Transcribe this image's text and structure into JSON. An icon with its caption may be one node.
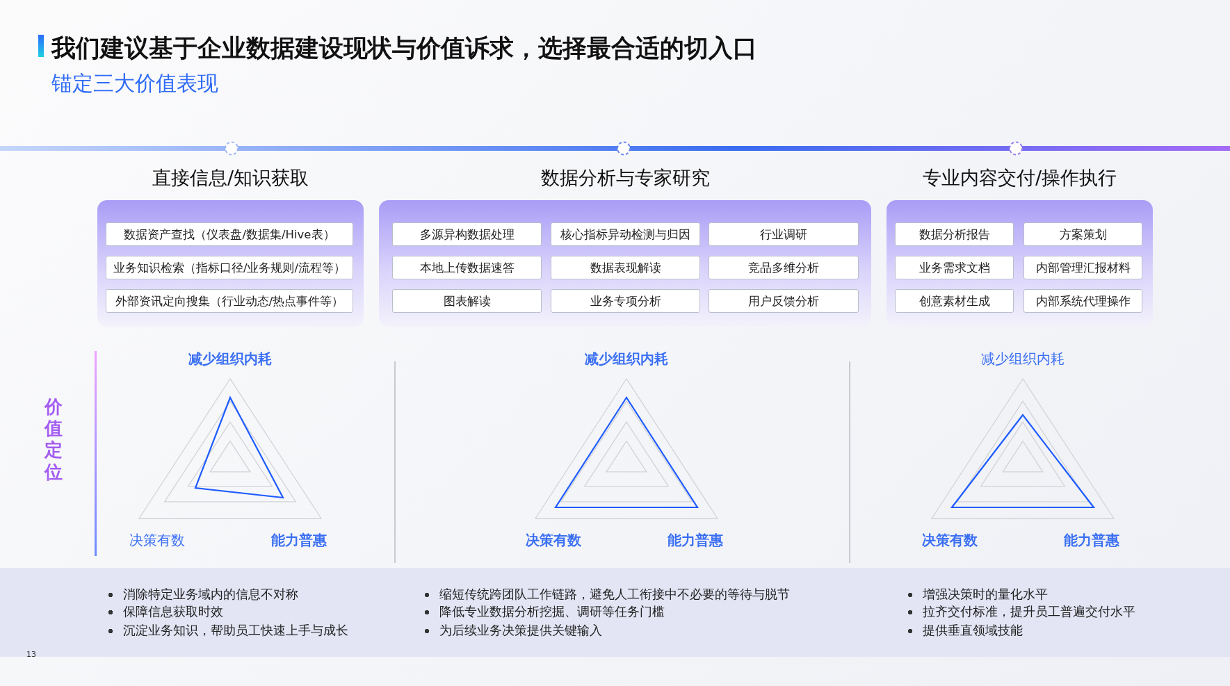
{
  "diagram": {
    "title": "我们建议基于企业数据建设现状与价值诉求，选择最合适的切入口",
    "nodes": [
      {
        "text": [
          "直接信息/知识获取"
        ]
      },
      {
        "text": [
          "数据资产查找（仪表盘/数据集/Hive表）"
        ],
        "in": 0
      },
      {
        "text": [
          "业务知识检索（指标口径/业务规则/流程等）"
        ],
        "in": 0
      },
      {
        "text": [
          "外部资讯定向搜集（行业动态/热点事件等）"
        ],
        "in": 0
      },
      {
        "text": [
          "数据分析与专家研究"
        ]
      },
      {
        "text": [
          "多源异构数据处理"
        ],
        "in": 4
      },
      {
        "text": [
          "核心指标异动检测与归因"
        ],
        "in": 4
      },
      {
        "text": [
          "行业调研"
        ],
        "in": 4
      },
      {
        "text": [
          "本地上传数据速答"
        ],
        "in": 4
      },
      {
        "text": [
          "数据表现解读"
        ],
        "in": 4
      },
      {
        "text": [
          "竞品多维分析"
        ],
        "in": 4
      },
      {
        "text": [
          "图表解读"
        ],
        "in": 4
      },
      {
        "text": [
          "业务专项分析"
        ],
        "in": 4
      },
      {
        "text": [
          "用户反馈分析"
        ],
        "in": 4
      },
      {
        "text": [
          "专业内容交付/操作执行"
        ]
      },
      {
        "text": [
          "数据分析报告"
        ],
        "in": 14
      },
      {
        "text": [
          "方案策划"
        ],
        "in": 14
      },
      {
        "text": [
          "业务需求文档"
        ],
        "in": 14
      },
      {
        "text": [
          "内部管理汇报材料"
        ],
        "in": 14
      },
      {
        "text": [
          "创意素材生成"
        ],
        "in": 14
      },
      {
        "text": [
          "内部系统代理操作"
        ],
        "in": 14
      }
    ],
    "edges": [],
    "labels": [
      "锚定三大价值表现",
      "价值定位",
      "减少组织内耗",
      "决策有数",
      "能力普惠",
      "减少组织内耗",
      "决策有数",
      "能力普惠",
      "减少组织内耗",
      "决策有数",
      "能力普惠",
      "消除特定业务域内的信息不对称",
      "保障信息获取时效",
      "沉淀业务知识，帮助员工快速上手与成长",
      "缩短传统跨团队工作链路，避免人工衔接中不必要的等待与脱节",
      "降低专业数据分析挖掘、调研等任务门槛",
      "为后续业务决策提供关键输入",
      "增强决策时的量化水平",
      "拉齐交付标准，提升员工普遍交付水平",
      "提供垂直领域技能",
      "13"
    ]
  }
}
